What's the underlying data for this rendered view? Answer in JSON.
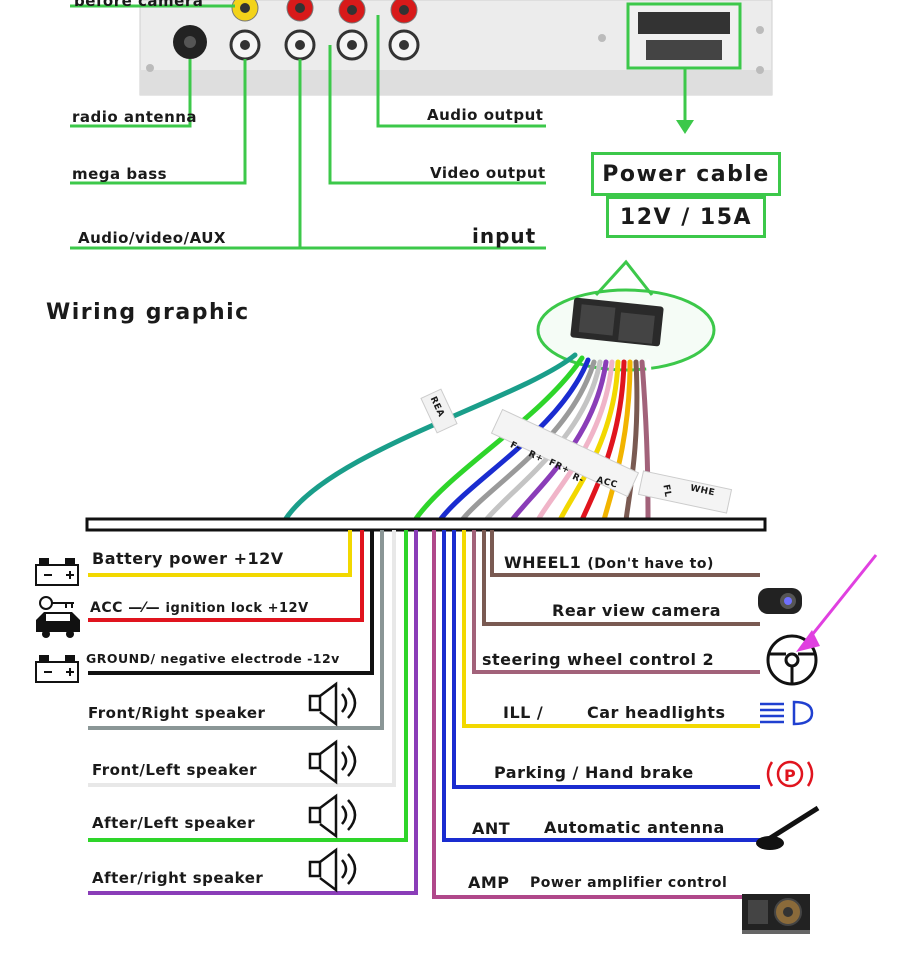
{
  "top": {
    "before_camera": "before camera",
    "radio_antenna": "radio antenna",
    "mega_bass": "mega bass",
    "audio_video_aux": "Audio/video/AUX",
    "input": "input",
    "audio_output": "Audio output",
    "video_output": "Video output",
    "power_cable": "Power cable",
    "power_spec": "12V / 15A"
  },
  "wiring_title": "Wiring graphic",
  "left_wires": {
    "battery": "Battery power +12V",
    "acc_prefix": "ACC",
    "acc_suffix": "ignition lock +12V",
    "ground": "GROUND/ negative electrode -12v",
    "front_right": "Front/Right speaker",
    "front_left": "Front/Left speaker",
    "after_left": "After/Left speaker",
    "after_right": "After/right speaker"
  },
  "right_wires": {
    "wheel1": "WHEEL1",
    "wheel1_note": "(Don't have to)",
    "rear_camera": "Rear view camera",
    "steering": "steering wheel control 2",
    "ill": "ILL /",
    "headlights": "Car headlights",
    "parking": "Parking / Hand brake",
    "ant": "ANT",
    "ant_desc": "Automatic antenna",
    "amp": "AMP",
    "amp_desc": "Power amplifier control"
  },
  "harness_labels": [
    "REA",
    "F-",
    "R+",
    "FR+",
    "R-",
    "ACC",
    "WHE",
    "FL"
  ],
  "colors": {
    "callout_green": "#3cc84a",
    "yellow": "#f2d800",
    "red": "#e0141e",
    "black": "#111111",
    "gray": "#8a9696",
    "white": "#e8e8e8",
    "green": "#2ed52a",
    "purple": "#8a3db8",
    "brown": "#7a5a52",
    "pink_brown": "#a2627a",
    "blue": "#1a2cd0",
    "orange": "#f2b400",
    "arrow_magenta": "#e040e0"
  },
  "icons": [
    "battery-icon",
    "car-key-icon",
    "speaker-icon",
    "camera-icon",
    "steering-wheel-icon",
    "headlight-icon",
    "parking-brake-icon",
    "antenna-icon",
    "amplifier-icon"
  ]
}
